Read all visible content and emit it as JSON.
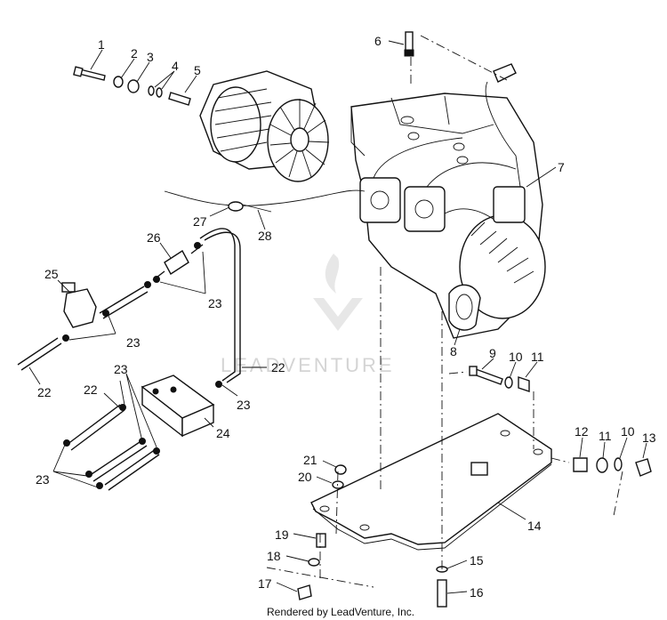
{
  "callouts": [
    "1",
    "2",
    "3",
    "4",
    "5",
    "6",
    "7",
    "8",
    "9",
    "10",
    "11",
    "12",
    "13",
    "14",
    "15",
    "16",
    "17",
    "18",
    "19",
    "20",
    "21",
    "22",
    "23",
    "24",
    "25",
    "26",
    "27",
    "28"
  ],
  "footer": "Rendered by LeadVenture, Inc.",
  "watermark": "LEADVENTURE"
}
